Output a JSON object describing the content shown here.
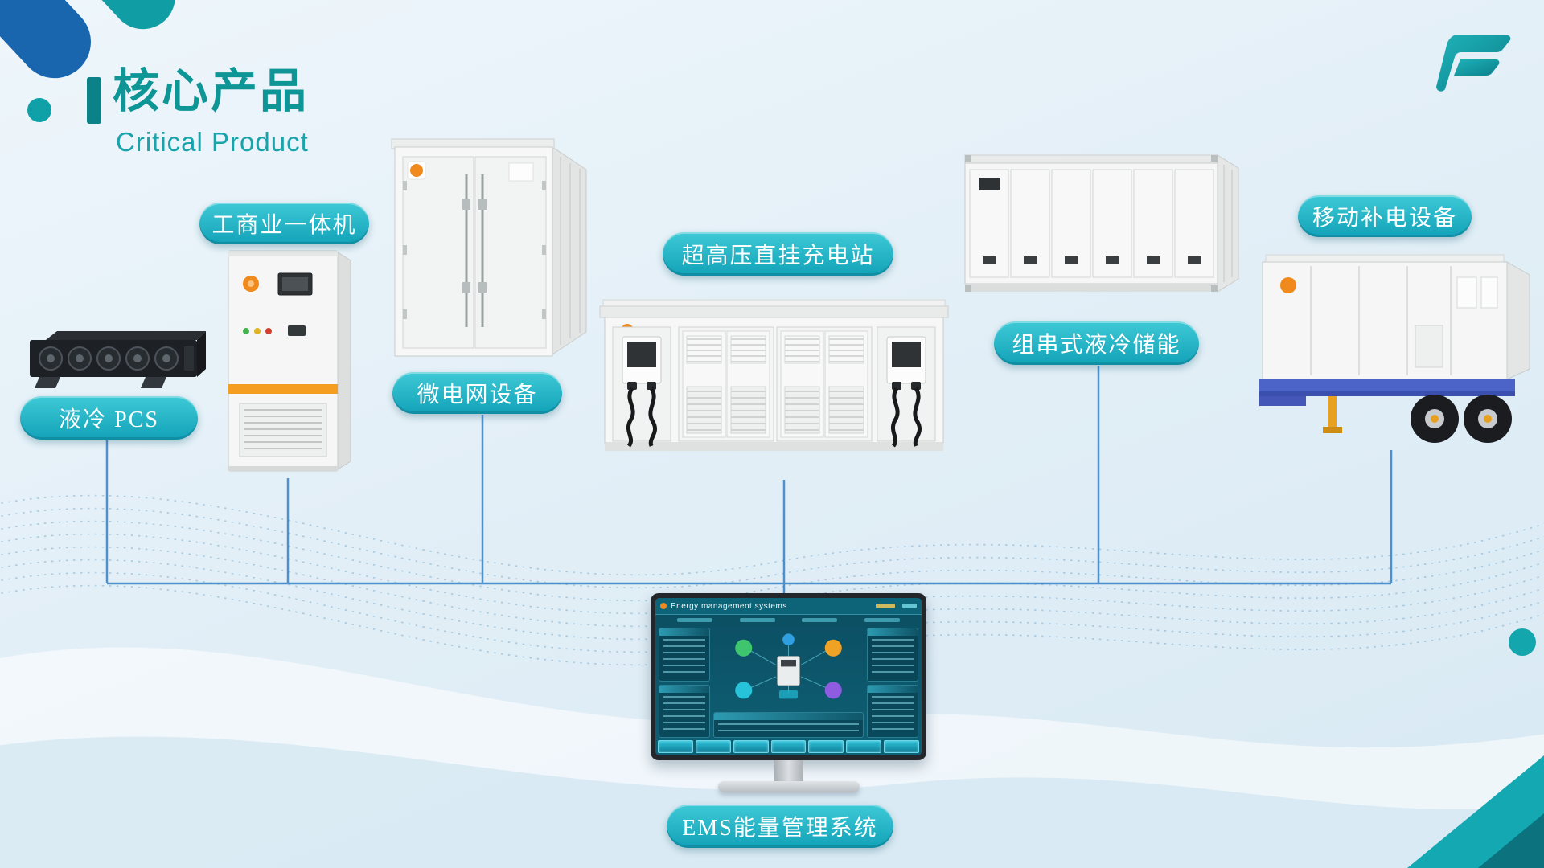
{
  "header": {
    "title": "核心产品",
    "subtitle": "Critical Product"
  },
  "products": [
    {
      "label": "液冷 PCS"
    },
    {
      "label": "工商业一体机"
    },
    {
      "label": "微电网设备"
    },
    {
      "label": "超高压直挂充电站"
    },
    {
      "label": "组串式液冷储能"
    },
    {
      "label": "移动补电设备"
    },
    {
      "label": "EMS能量管理系统"
    }
  ],
  "ems_screen": {
    "title": "Energy management systems"
  },
  "colors": {
    "accent_teal": "#0e9596",
    "pill_top": "#3ec9d6",
    "pill_bottom": "#12a2b8",
    "connector_blue": "#3f86c8",
    "logo_orange": "#f08a1d",
    "decoration_blue": "#1a66ae",
    "trailer_blue": "#4c63c8"
  }
}
